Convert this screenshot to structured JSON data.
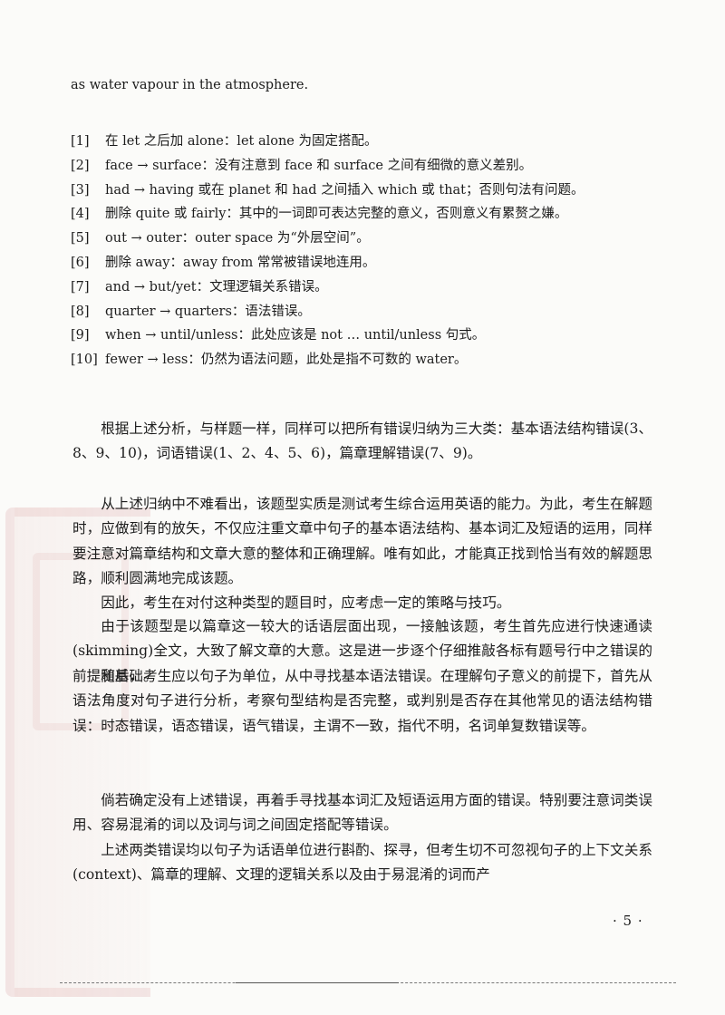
{
  "top_line": "as water vapour in the atmosphere.",
  "notes": [
    {
      "num": "[1]",
      "text": "在 let 之后加 alone：let alone 为固定搭配。"
    },
    {
      "num": "[2]",
      "text": "face → surface：没有注意到 face 和 surface 之间有细微的意义差别。"
    },
    {
      "num": "[3]",
      "text": "had → having 或在 planet 和 had 之间插入 which 或 that；否则句法有问题。"
    },
    {
      "num": "[4]",
      "text": "删除 quite 或 fairly：其中的一词即可表达完整的意义，否则意义有累赘之嫌。"
    },
    {
      "num": "[5]",
      "text": "out → outer：outer space 为“外层空间”。"
    },
    {
      "num": "[6]",
      "text": "删除 away：away from 常常被错误地连用。"
    },
    {
      "num": "[7]",
      "text": "and → but/yet：文理逻辑关系错误。"
    },
    {
      "num": "[8]",
      "text": "quarter → quarters：语法错误。"
    },
    {
      "num": "[9]",
      "text": "when → until/unless：此处应该是 not … until/unless 句式。"
    },
    {
      "num": "[10]",
      "text": "fewer → less：仍然为语法问题，此处是指不可数的 water。"
    }
  ],
  "paragraphs": [
    "根据上述分析，与样题一样，同样可以把所有错误归纳为三大类：基本语法结构错误(3、8、9、10)，词语错误(1、2、4、5、6)，篇章理解错误(7、9)。",
    "从上述归纳中不难看出，该题型实质是测试考生综合运用英语的能力。为此，考生在解题时，应做到有的放矢，不仅应注重文章中句子的基本语法结构、基本词汇及短语的运用，同样要注意对篇章结构和文章大意的整体和正确理解。唯有如此，才能真正找到恰当有效的解题思路，顺利圆满地完成该题。",
    "因此，考生在对付这种类型的题目时，应考虑一定的策略与技巧。",
    "由于该题型是以篇章这一较大的话语层面出现，一接触该题，考生首先应进行快速通读(skimming)全文，大致了解文章的大意。这是进一步逐个仔细推敲各标有题号行中之错误的前提和基础。",
    "随后，考生应以句子为单位，从中寻找基本语法错误。在理解句子意义的前提下，首先从语法角度对句子进行分析，考察句型结构是否完整，或判别是否存在其他常见的语法结构错误：时态错误，语态错误，语气错误，主谓不一致，指代不明，名词单复数错误等。",
    "倘若确定没有上述错误，再着手寻找基本词汇及短语运用方面的错误。特别要注意词类误用、容易混淆的词以及词与词之间固定搭配等错误。",
    "上述两类错误均以句子为话语单位进行斟酌、探寻，但考生切不可忽视句子的上下文关系(context)、篇章的理解、文理的逻辑关系以及由于易混淆的词而产"
  ],
  "page_number": "· 5 ·"
}
